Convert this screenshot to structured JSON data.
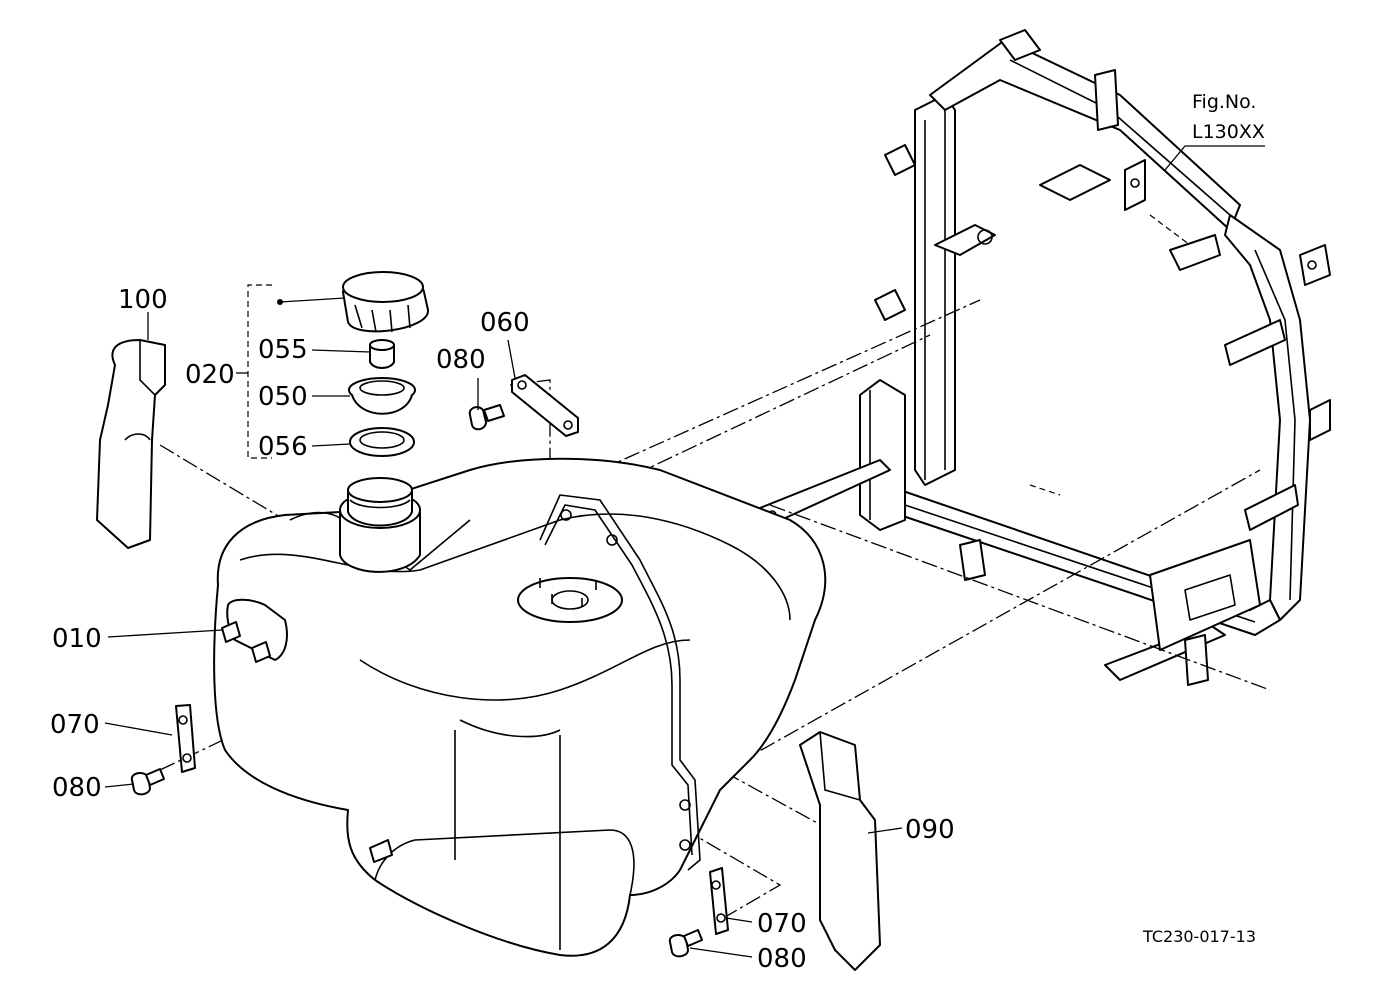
{
  "figure_reference": {
    "line1": "Fig.No.",
    "line2": "L130XX"
  },
  "drawing_code": "TC230-017-13",
  "callouts": {
    "c100": "100",
    "c020": "020",
    "c055": "055",
    "c050": "050",
    "c056": "056",
    "c080_top": "080",
    "c060": "060",
    "c010": "010",
    "c070_left": "070",
    "c080_left": "080",
    "c090": "090",
    "c070_bottom": "070",
    "c080_bottom": "080"
  }
}
